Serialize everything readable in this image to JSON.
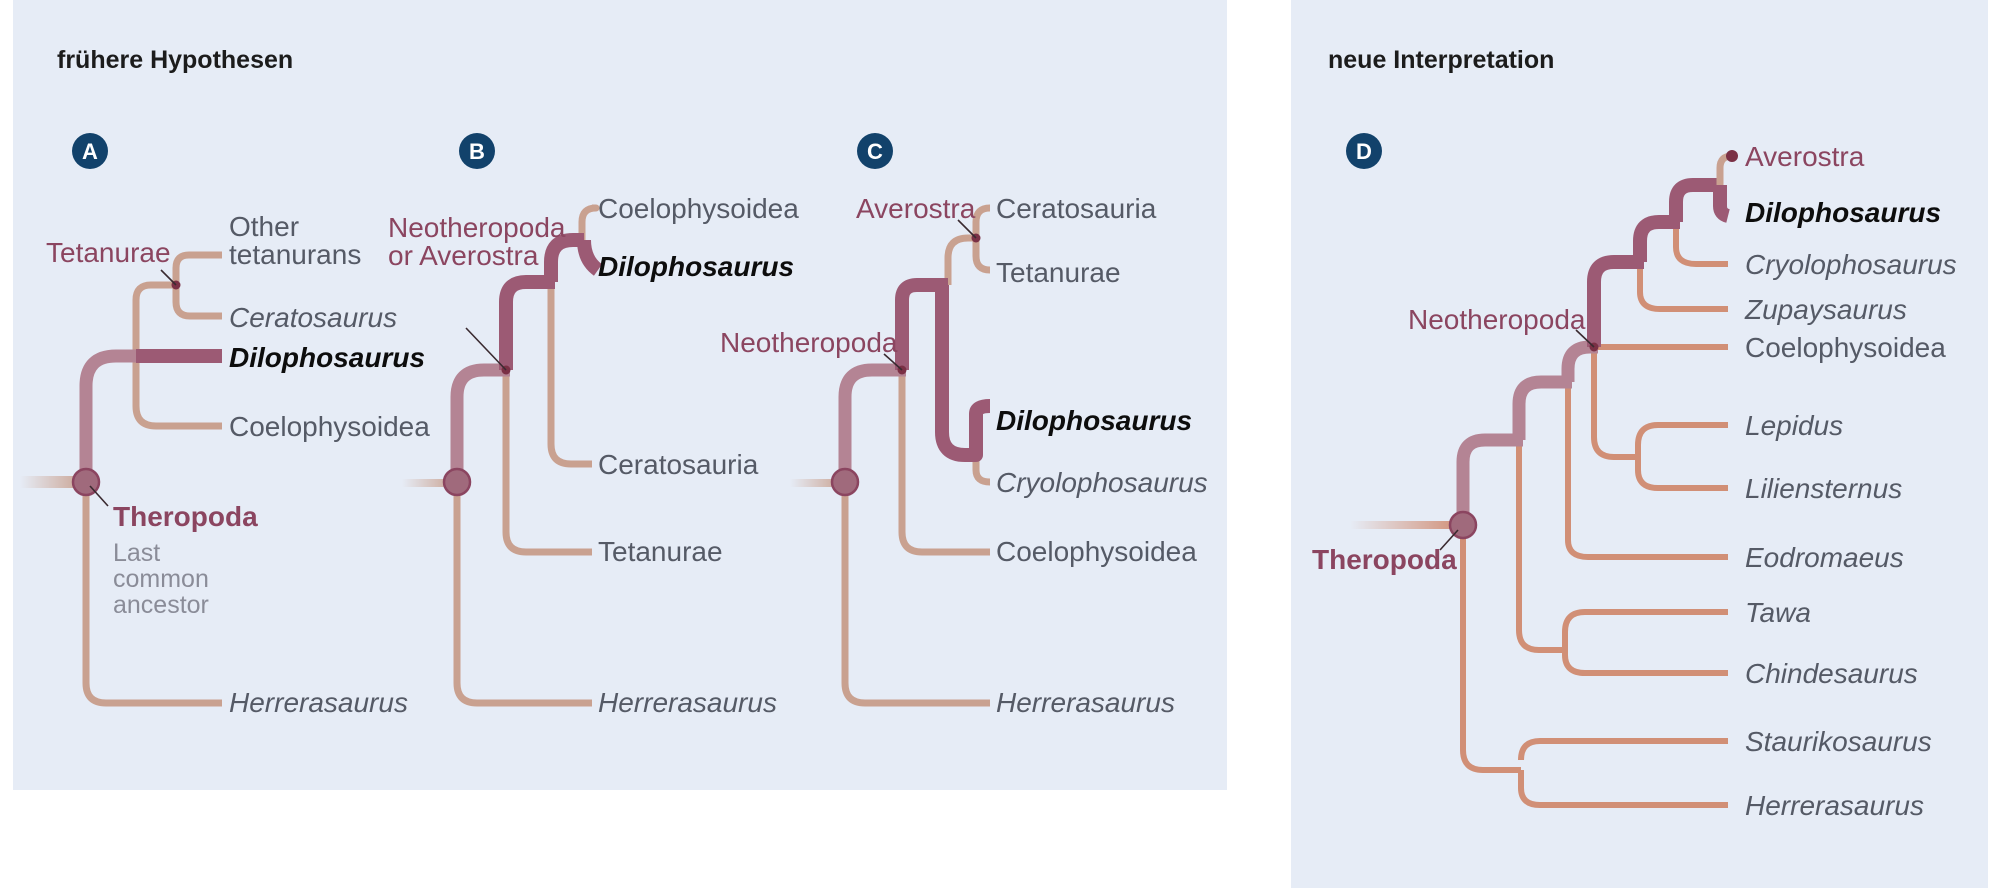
{
  "headings": {
    "left": "frühere Hypothesen",
    "right": "neue Interpretation"
  },
  "badges": {
    "a": "A",
    "b": "B",
    "c": "C",
    "d": "D"
  },
  "tree_a": {
    "tetanurae": "Tetanurae",
    "other_1": "Other",
    "other_2": "tetanurans",
    "ceratosaurus": "Ceratosaurus",
    "dilophosaurus": "Dilophosaurus",
    "coelophysoidea": "Coelophysoidea",
    "theropoda": "Theropoda",
    "note_1": "Last",
    "note_2": "common",
    "note_3": "ancestor",
    "herrerasaurus": "Herrerasaurus"
  },
  "tree_b": {
    "clade_1": "Neotheropoda",
    "clade_2": "or Averostra",
    "coelophysoidea": "Coelophysoidea",
    "dilophosaurus": "Dilophosaurus",
    "ceratosauria": "Ceratosauria",
    "tetanurae": "Tetanurae",
    "herrerasaurus": "Herrerasaurus"
  },
  "tree_c": {
    "averostra": "Averostra",
    "ceratosauria": "Ceratosauria",
    "tetanurae": "Tetanurae",
    "neotheropoda": "Neotheropoda",
    "dilophosaurus": "Dilophosaurus",
    "cryolophosaurus": "Cryolophosaurus",
    "coelophysoidea": "Coelophysoidea",
    "herrerasaurus": "Herrerasaurus"
  },
  "tree_d": {
    "averostra": "Averostra",
    "dilophosaurus": "Dilophosaurus",
    "cryolophosaurus": "Cryolophosaurus",
    "zupaysaurus": "Zupaysaurus",
    "neotheropoda": "Neotheropoda",
    "coelophysoidea": "Coelophysoidea",
    "lepidus": "Lepidus",
    "liliensternus": "Liliensternus",
    "eodromaeus": "Eodromaeus",
    "theropoda": "Theropoda",
    "tawa": "Tawa",
    "chindesaurus": "Chindesaurus",
    "staurikosaurus": "Staurikosaurus",
    "herrerasaurus": "Herrerasaurus"
  },
  "colors": {
    "panel_background": "#e6ecf6",
    "clade_label": "#8b4560",
    "badge": "#12426b",
    "branch_tan": "#c9a190",
    "branch_mauve": "#b48494",
    "branch_highlight": "#9c5a74",
    "branch_orange": "#d18f76"
  }
}
